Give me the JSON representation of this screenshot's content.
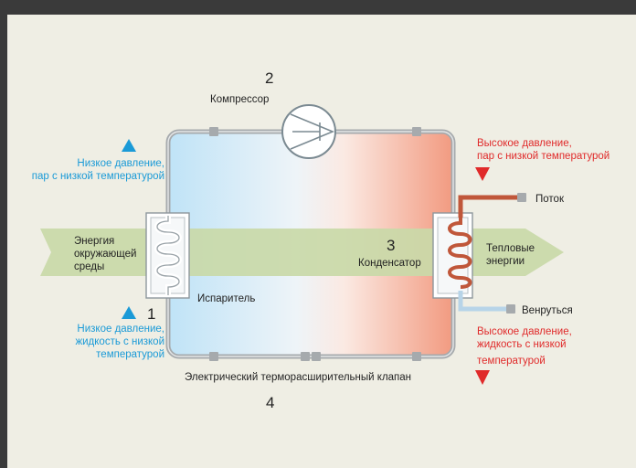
{
  "colors": {
    "background": "#3a3a3a",
    "panel": "#efeee4",
    "flow_band": "#c9d9a8",
    "cold_side": "#bfe3f7",
    "hot_side": "#f29a80",
    "pipe": "#a6aaad",
    "blue_text": "#1a9ad7",
    "red_text": "#e02a2a",
    "hot_pipe": "#c0573a",
    "cold_pipe": "#b7d4e8"
  },
  "icons": [
    "compressor-icon",
    "evaporator-coil-icon",
    "condenser-coil-icon",
    "arrow-up-icon",
    "arrow-down-icon",
    "pipe-joint-icon"
  ],
  "steps": {
    "compressor": "2",
    "evaporator": "1",
    "condenser": "3",
    "valve": "4"
  },
  "labels": {
    "compressor": "Компрессор",
    "evaporator": "Испаритель",
    "condenser": "Конденсатор",
    "valve": "Электрический терморасширительный клапан",
    "energy_line1": "Энергия",
    "energy_line2": "окружающей",
    "energy_line3": "среды",
    "heat_line1": "Тепловые",
    "heat_line2": "энергии",
    "flow": "Поток",
    "return": "Венруться"
  },
  "states": {
    "top_left_line1": "Низкое давление,",
    "top_left_line2": "пар с низкой температурой",
    "bottom_left_line1": "Низкое давление,",
    "bottom_left_line2": "жидкость с низкой",
    "bottom_left_line3": "температурой",
    "top_right_line1": "Высокое давление,",
    "top_right_line2": "пар с низкой температурой",
    "bottom_right_line1": "Высокое давление,",
    "bottom_right_line2": "жидкость с низкой",
    "bottom_right_line3": "температурой"
  }
}
